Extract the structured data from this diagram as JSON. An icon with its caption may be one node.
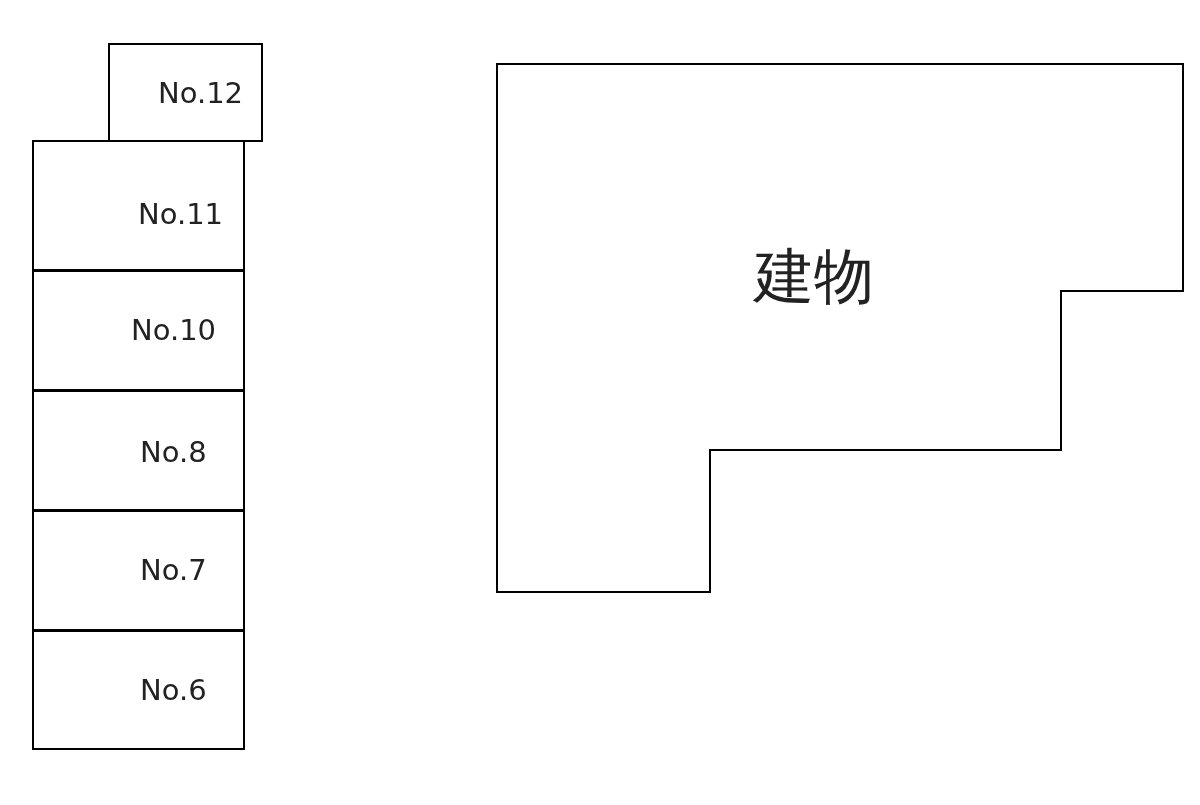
{
  "diagram": {
    "nodes": [
      {
        "text": [
          "No.12"
        ]
      },
      {
        "text": [
          "No.11"
        ]
      },
      {
        "text": [
          "No.10"
        ]
      },
      {
        "text": [
          "No.8"
        ]
      },
      {
        "text": [
          "No.7"
        ]
      },
      {
        "text": [
          "No.6"
        ]
      },
      {
        "text": [
          "建物"
        ]
      }
    ]
  }
}
